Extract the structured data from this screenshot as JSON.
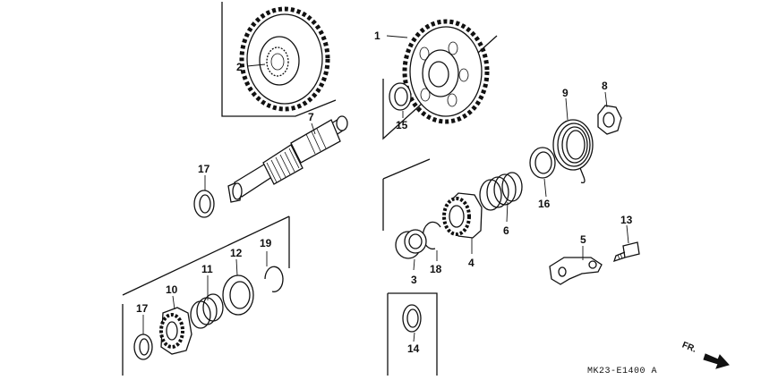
{
  "diagram": {
    "callouts": {
      "c1": "1",
      "c2": "2",
      "c3": "3",
      "c4": "4",
      "c5": "5",
      "c6": "6",
      "c7": "7",
      "c8": "8",
      "c9": "9",
      "c10": "10",
      "c11": "11",
      "c12": "12",
      "c13": "13",
      "c14": "14",
      "c15": "15",
      "c16": "16",
      "c17a": "17",
      "c17b": "17",
      "c18": "18",
      "c19": "19"
    },
    "code": "MK23-E1400 A",
    "direction_label": "FR."
  }
}
